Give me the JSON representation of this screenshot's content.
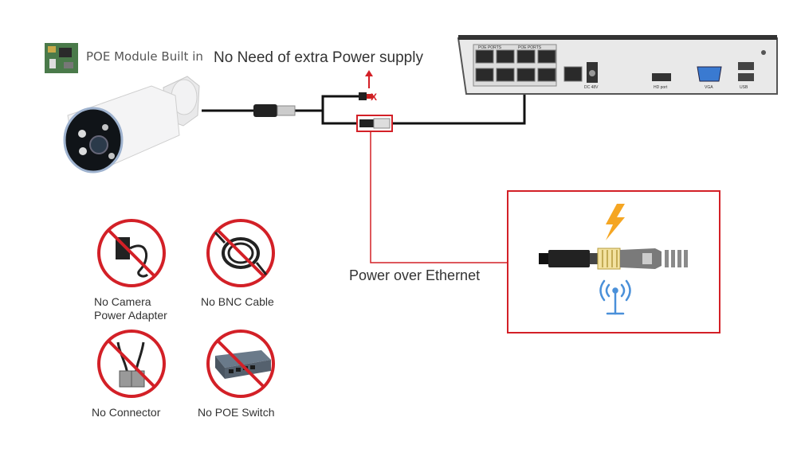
{
  "header": {
    "module_text": "POE Module Built in",
    "no_power_text": "No Need of extra Power supply"
  },
  "poe_label": "Power over Ethernet",
  "nvr": {
    "poe_ports_label_left": "POE PORTS",
    "poe_ports_label_right": "POE PORTS",
    "dc_label": "DC 48V",
    "hdmi_label": "HD port",
    "vga_label": "VGA",
    "usb_label": "USB"
  },
  "prohibitions": [
    {
      "label_line1": "No Camera",
      "label_line2": "Power Adapter"
    },
    {
      "label_line1": "No BNC Cable",
      "label_line2": ""
    },
    {
      "label_line1": "No Connector",
      "label_line2": ""
    },
    {
      "label_line1": "No POE Switch",
      "label_line2": ""
    }
  ],
  "colors": {
    "red": "#d32027",
    "cable": "#111111",
    "nvr_body": "#e8e8e8",
    "lightning": "#f5a623",
    "antenna": "#4a90d9"
  }
}
